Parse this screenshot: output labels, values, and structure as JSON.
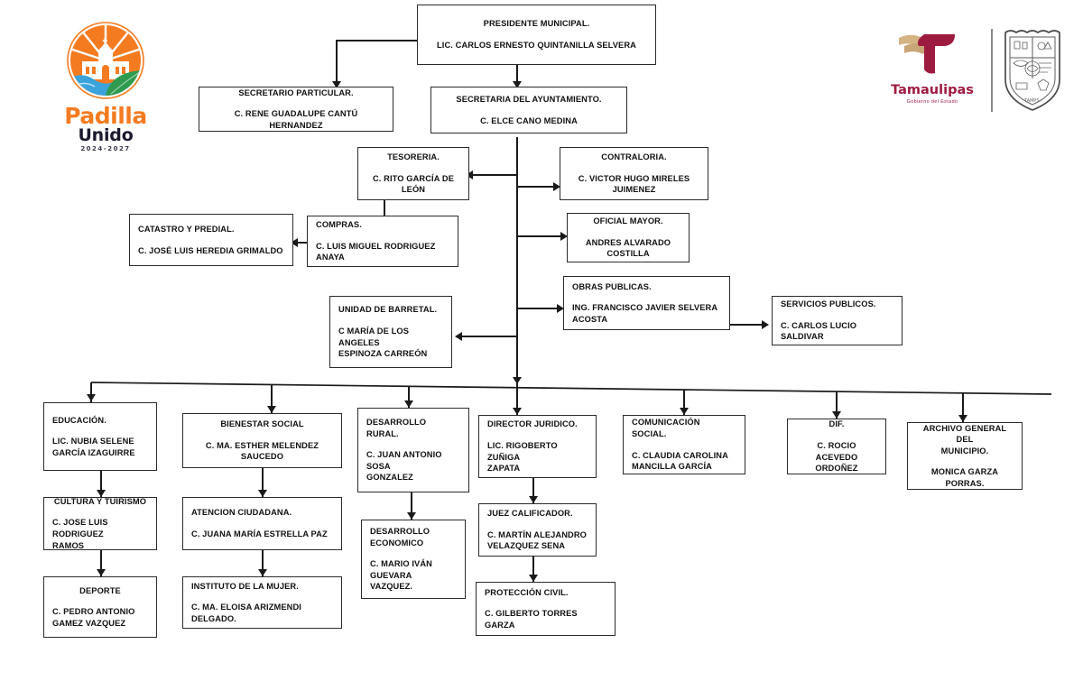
{
  "document": {
    "type": "organizational-chart",
    "institution": "Municipio de Padilla"
  },
  "logos": {
    "municipal": {
      "name": "padilla-unido-logo",
      "word_top": "Padilla",
      "word_bottom": "Unido",
      "years": "2024-2027",
      "colors": {
        "orange": "#F47B20",
        "dark_navy": "#1a1a2e",
        "blue_river": "#3BA3DC",
        "green_leaf": "#2E9B4F"
      }
    },
    "state": {
      "name": "tamaulipas-logo",
      "title": "Tamaulipas",
      "subtitle": "Gobierno del Estado",
      "color": "#9E1B40"
    },
    "coat_of_arms": {
      "name": "tamaulipas-coat-of-arms",
      "label": "Escudo de Tamaulipas"
    }
  },
  "nodes": {
    "presidente": {
      "title": "PRESIDENTE MUNICIPAL.",
      "name": "LIC. CARLOS ERNESTO QUINTANILLA SELVERA"
    },
    "secretario_particular": {
      "title": "SECRETARIO PARTICULAR.",
      "name": "C. RENE GUADALUPE CANTÚ  HERNANDEZ"
    },
    "secretaria_ayuntamiento": {
      "title": "SECRETARIA DEL AYUNTAMIENTO.",
      "name": "C. ELCE CANO MEDINA"
    },
    "tesoreria": {
      "title": "TESORERIA.",
      "name": "C. RITO GARCÍA DE LEÓN"
    },
    "contraloria": {
      "title": "CONTRALORIA.",
      "name": "C. VICTOR HUGO MIRELES JUIMENEZ"
    },
    "compras": {
      "title": "COMPRAS.",
      "name": "C. LUIS MIGUEL RODRIGUEZ ANAYA"
    },
    "oficial_mayor": {
      "title": "OFICIAL MAYOR.",
      "name": "ANDRES ALVARADO COSTILLA"
    },
    "catastro": {
      "title": "CATASTRO Y PREDIAL.",
      "name": "C. JOSÉ LUIS HEREDIA GRIMALDO"
    },
    "obras_publicas": {
      "title": "OBRAS PUBLICAS.",
      "name": "ING. FRANCISCO JAVIER SELVERA ACOSTA"
    },
    "unidad_barretal": {
      "title": "UNIDAD DE BARRETAL.",
      "name": "C MARÍA DE LOS ANGELES\nESPINOZA CARREÓN"
    },
    "servicios_publicos": {
      "title": "SERVICIOS PUBLICOS.",
      "name": "C. CARLOS LUCIO SALDIVAR"
    },
    "educacion": {
      "title": "EDUCACIÓN.",
      "name": "LIC. NUBIA SELENE\nGARCÍA IZAGUIRRE"
    },
    "cultura_turismo": {
      "title": "CULTURA Y TUIRISMO",
      "name": "C. JOSE LUIS RODRIGUEZ\nRAMOS"
    },
    "deporte": {
      "title": "DEPORTE",
      "name": "C. PEDRO ANTONIO\nGAMEZ VAZQUEZ"
    },
    "bienestar_social": {
      "title": "BIENESTAR SOCIAL",
      "name": "C. MA. ESTHER MELENDEZ SAUCEDO"
    },
    "atencion_ciudadana": {
      "title": "ATENCION CIUDADANA.",
      "name": "C. JUANA MARÍA ESTRELLA PAZ"
    },
    "instituto_mujer": {
      "title": "INSTITUTO DE LA MUJER.",
      "name": "C. MA. ELOISA ARIZMENDI DELGADO."
    },
    "desarrollo_rural": {
      "title": "DESARROLLO RURAL.",
      "name": "C. JUAN ANTONIO SOSA\nGONZALEZ"
    },
    "desarrollo_economico": {
      "title": "DESARROLLO ECONOMICO",
      "name": "C. MARIO IVÁN GUEVARA\nVAZQUEZ."
    },
    "director_juridico": {
      "title": "DIRECTOR JURIDICO.",
      "name": "LIC. RIGOBERTO ZUÑIGA\nZAPATA"
    },
    "juez_calificador": {
      "title": "JUEZ CALIFICADOR.",
      "name": "C. MARTÍN ALEJANDRO\nVELAZQUEZ SENA"
    },
    "proteccion_civil": {
      "title": "PROTECCIÓN CIVIL.",
      "name": "C. GILBERTO TORRES GARZA"
    },
    "comunicacion_social": {
      "title": "COMUNICACIÓN SOCIAL.",
      "name": "C. CLAUDIA CAROLINA\nMANCILLA GARCÍA"
    },
    "dif": {
      "title": "DIF.",
      "name": "C. ROCIO ACEVEDO\nORDOÑEZ"
    },
    "archivo_general": {
      "title": "ARCHIVO GENERAL DEL\nMUNICIPIO.",
      "name": "MONICA GARZA PORRAS."
    }
  }
}
